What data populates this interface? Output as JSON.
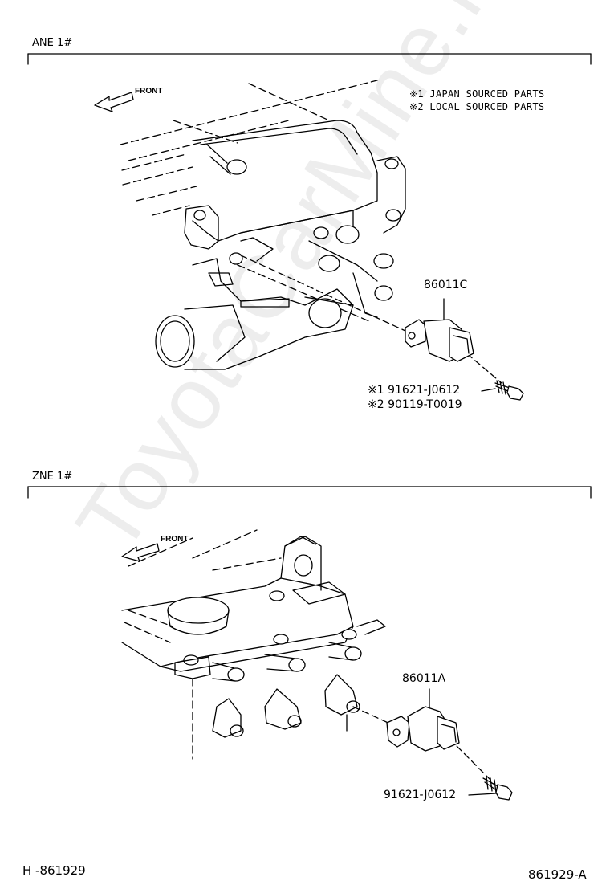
{
  "watermark": "ToyotaCarMine.ru",
  "sections": {
    "top": {
      "title": "ANE 1#",
      "front_label": "FRONT",
      "legend": [
        {
          "mark": "※1",
          "text": "JAPAN SOURCED PARTS"
        },
        {
          "mark": "※2",
          "text": "LOCAL SOURCED PARTS"
        }
      ],
      "part_sensor": "86011C",
      "bolts": [
        {
          "mark": "※1",
          "part": "91621-J0612"
        },
        {
          "mark": "※2",
          "part": "90119-T0019"
        }
      ]
    },
    "bottom": {
      "title": "ZNE 1#",
      "front_label": "FRONT",
      "part_sensor": "86011A",
      "bolt": "91621-J0612"
    }
  },
  "footer": {
    "left": "H -861929",
    "right": "861929-A"
  }
}
